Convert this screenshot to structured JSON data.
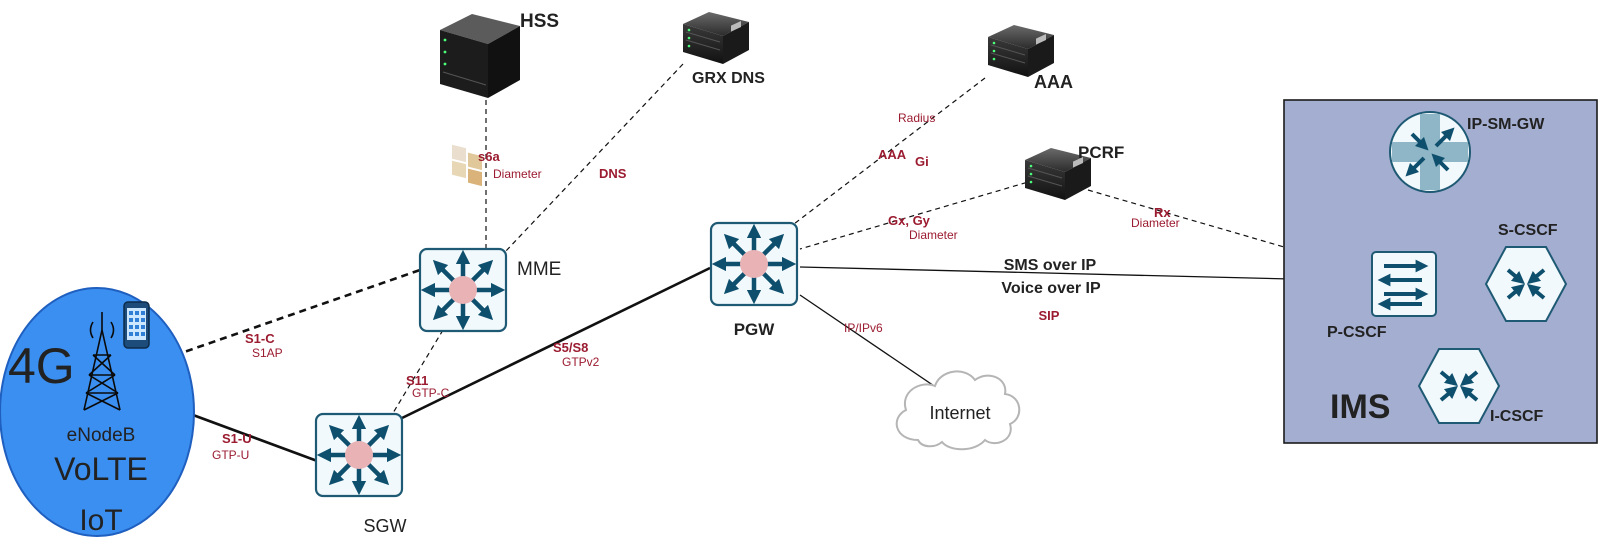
{
  "colors": {
    "access_blue": "#3b8ff0",
    "ims_bg": "#a4aed1",
    "router_border": "#1f5a74",
    "router_arrow": "#0e4f6e",
    "router_fill": "#f1f9fc",
    "router_center": "#e9b3b6",
    "label_red": "#9b1b30"
  },
  "access": {
    "label_4g": "4G",
    "enodeb": "eNodeB",
    "volte": "VoLTE",
    "iot": "IoT",
    "tower_icon": "cell-tower-icon",
    "phone_icon": "smartphone-icon"
  },
  "nodes": {
    "mme": "MME",
    "sgw": "SGW",
    "pgw": "PGW",
    "hss": "HSS",
    "grx_dns": "GRX DNS",
    "aaa": "AAA",
    "pcrf": "PCRF",
    "internet": "Internet"
  },
  "ims": {
    "title": "IMS",
    "ip_sm_gw": "IP-SM-GW",
    "s_cscf": "S-CSCF",
    "p_cscf": "P-CSCF",
    "i_cscf": "I-CSCF"
  },
  "interfaces": {
    "s1c": "S1-C",
    "s1ap": "S1AP",
    "s1u": "S1-U",
    "gtpu": "GTP-U",
    "s11": "S11",
    "gtpc": "GTP-C",
    "s5s8": "S5/S8",
    "gtpv2": "GTPv2",
    "s6a": "s6a",
    "s6a_proto": "Diameter",
    "dns": "DNS",
    "radius": "Radius",
    "aaa": "AAA",
    "gi": "Gi",
    "gxgy": "Gx, Gy",
    "gxgy_proto": "Diameter",
    "rx": "Rx",
    "rx_proto": "Diameter",
    "ip_ipv6": "IP/IPv6",
    "sms_over_ip": "SMS over IP",
    "voice_over_ip": "Voice over IP",
    "sip": "SIP"
  }
}
